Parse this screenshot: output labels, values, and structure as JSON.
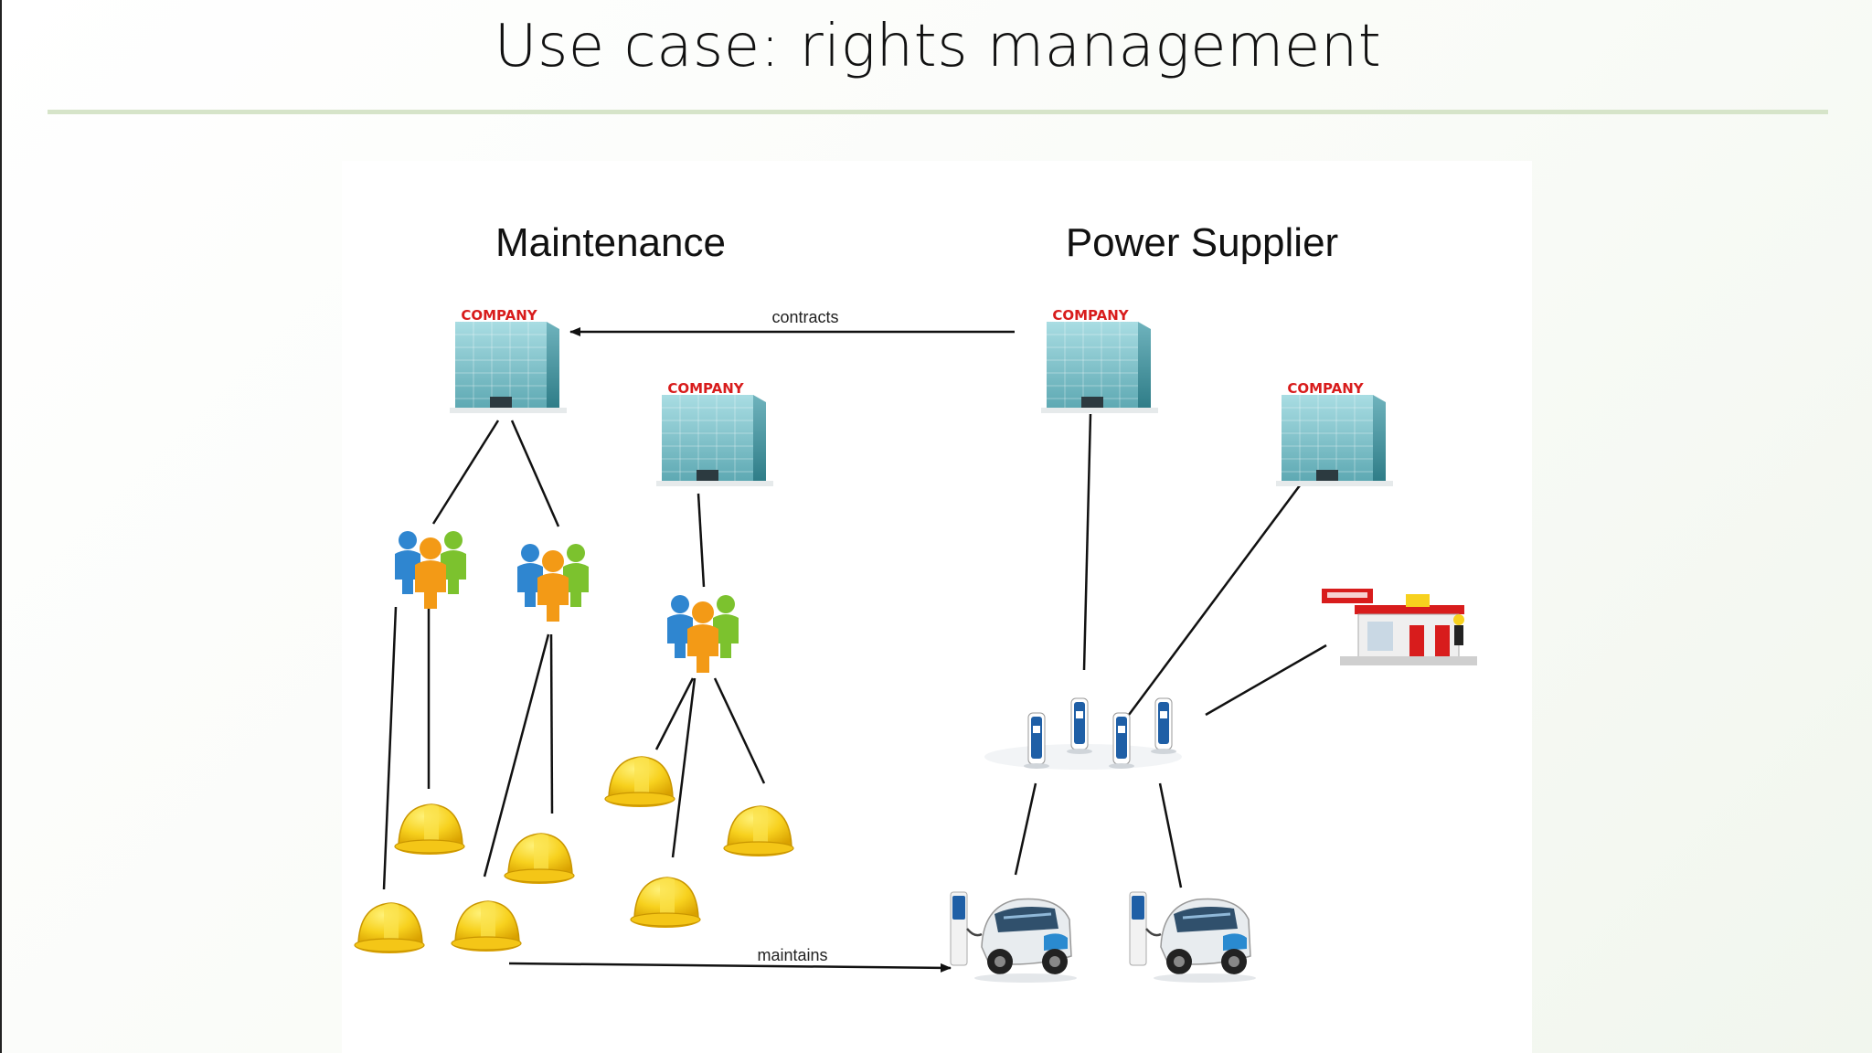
{
  "slide": {
    "title": "Use case: rights management"
  },
  "diagram": {
    "groups": {
      "maintenance": "Maintenance",
      "power_supplier": "Power Supplier"
    },
    "company_sign": "COMPANY",
    "edges": {
      "contracts": "contracts",
      "maintains": "maintains"
    }
  },
  "colors": {
    "building_glass": "#7fc3cc",
    "building_dark": "#3f8e99",
    "company_sign": "#d81c1c",
    "helmet": "#f7d11e",
    "helmet_shade": "#d9a800",
    "person_blue": "#2f86d0",
    "person_green": "#7cc22e",
    "person_orange": "#f39a16",
    "charger_blue": "#1f5fa6",
    "accent_rule": "#d6e4c9"
  }
}
